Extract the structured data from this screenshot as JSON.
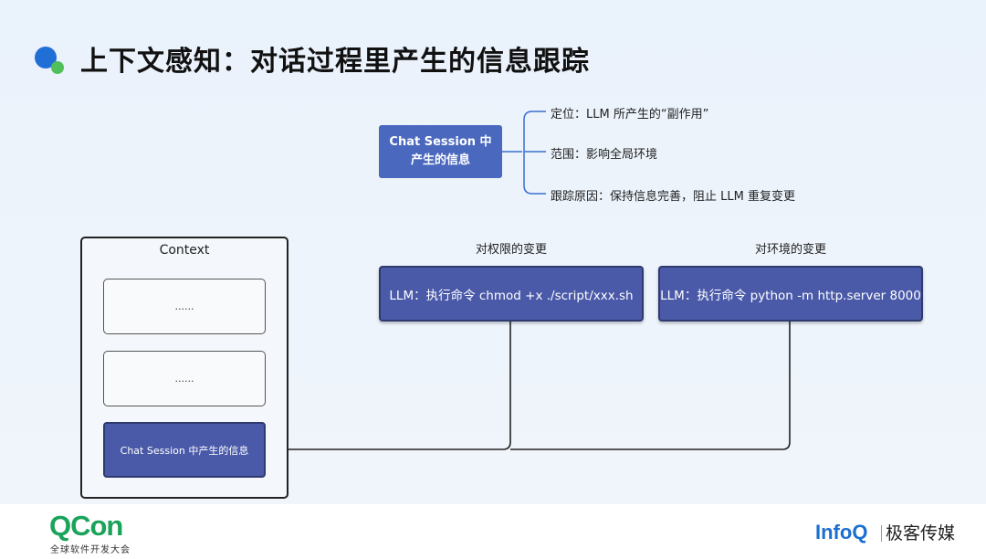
{
  "slide": {
    "title": "上下文感知：对话过程里产生的信息跟踪"
  },
  "summary": {
    "chat_box_line1": "Chat Session 中",
    "chat_box_line2": "产生的信息",
    "bullets": [
      "定位：LLM 所产生的“副作用”",
      "范围：影响全局环境",
      "跟踪原因：保持信息完善，阻止 LLM 重复变更"
    ]
  },
  "changes": [
    {
      "title": "对权限的变更",
      "command": "LLM：执行命令 chmod +x ./script/xxx.sh"
    },
    {
      "title": "对环境的变更",
      "command": "LLM：执行命令 python -m http.server 8000"
    }
  ],
  "context": {
    "label": "Context",
    "items": [
      "......",
      "......"
    ],
    "chat_item": "Chat Session 中产生的信息"
  },
  "footer": {
    "qcon": "QCon",
    "qcon_sub": "全球软件开发大会",
    "infoq": "InfoQ",
    "brand_cn": "极客传媒"
  },
  "colors": {
    "title_dot_blue": "#1f6fd6",
    "title_dot_green": "#52c05a",
    "box_fill": "#4a5aa8",
    "qcon_green": "#1aa35a",
    "infoq_blue": "#1a6fd0"
  }
}
